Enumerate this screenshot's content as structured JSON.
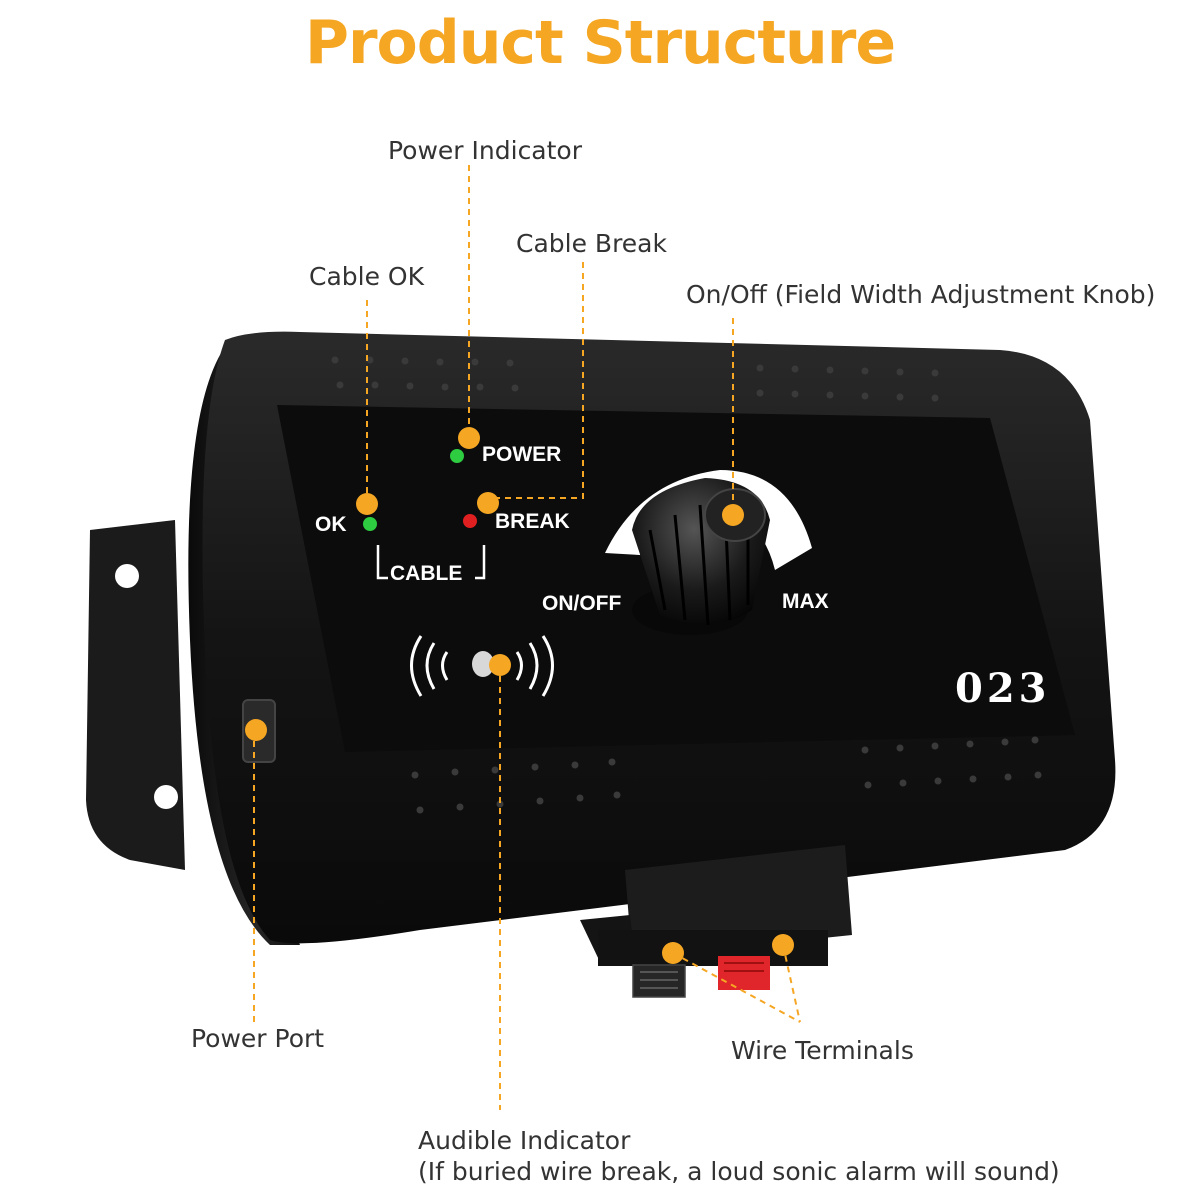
{
  "title": "Product Structure",
  "callouts": {
    "power_indicator": "Power Indicator",
    "cable_break": "Cable Break",
    "cable_ok": "Cable OK",
    "knob": "On/Off (Field Width Adjustment Knob)",
    "power_port": "Power Port",
    "wire_terminals": "Wire Terminals",
    "audible_line1": "Audible Indicator",
    "audible_line2": "(If buried wire break, a loud sonic alarm will sound)"
  },
  "panel": {
    "power": "POWER",
    "break": "BREAK",
    "ok": "OK",
    "cable": "CABLE",
    "on_off": "ON/OFF",
    "max": "MAX",
    "model": "023"
  },
  "colors": {
    "accent": "#f5a623",
    "led_green": "#2ecc40",
    "led_red": "#e02020",
    "terminal_red": "#e0262a",
    "device_body": "#141414"
  }
}
